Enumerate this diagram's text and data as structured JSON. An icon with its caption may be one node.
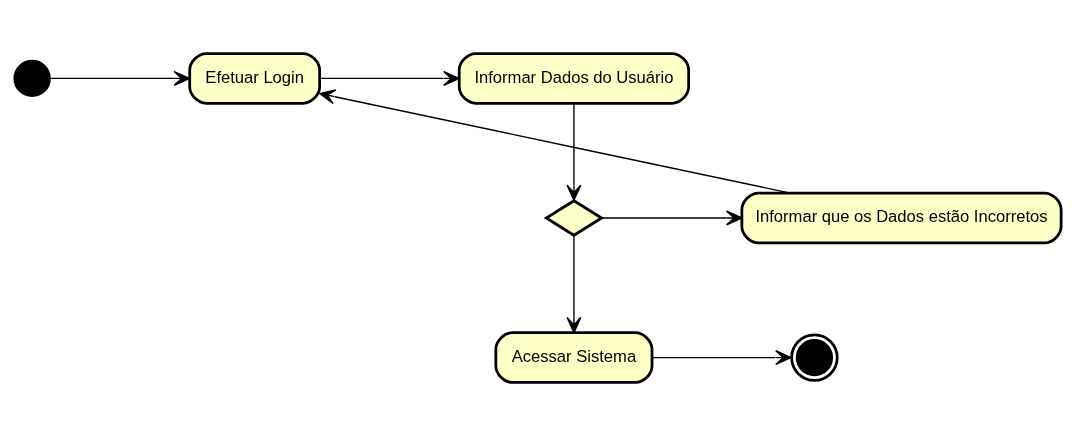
{
  "diagram": {
    "nodes": [
      {
        "text": [],
        "shape": "circle"
      },
      {
        "text": [
          "Efetuar Login"
        ]
      },
      {
        "text": [
          "Informar Dados do Usuário"
        ]
      },
      {
        "text": [],
        "shape": "diamond"
      },
      {
        "text": [
          "Informar que os Dados estão Incorretos"
        ]
      },
      {
        "text": [
          "Acessar Sistema"
        ]
      },
      {
        "text": [],
        "shape": "circle"
      }
    ],
    "edges": [
      {
        "from": 0,
        "to": 1,
        "arrow": "to"
      },
      {
        "from": 1,
        "to": 2,
        "arrow": "to"
      },
      {
        "from": 2,
        "to": 3,
        "arrow": "to"
      },
      {
        "from": 3,
        "to": 4,
        "arrow": "to"
      },
      {
        "from": 4,
        "to": 1,
        "arrow": "to"
      },
      {
        "from": 3,
        "to": 5,
        "arrow": "to"
      },
      {
        "from": 5,
        "to": 6,
        "arrow": "to"
      }
    ]
  }
}
